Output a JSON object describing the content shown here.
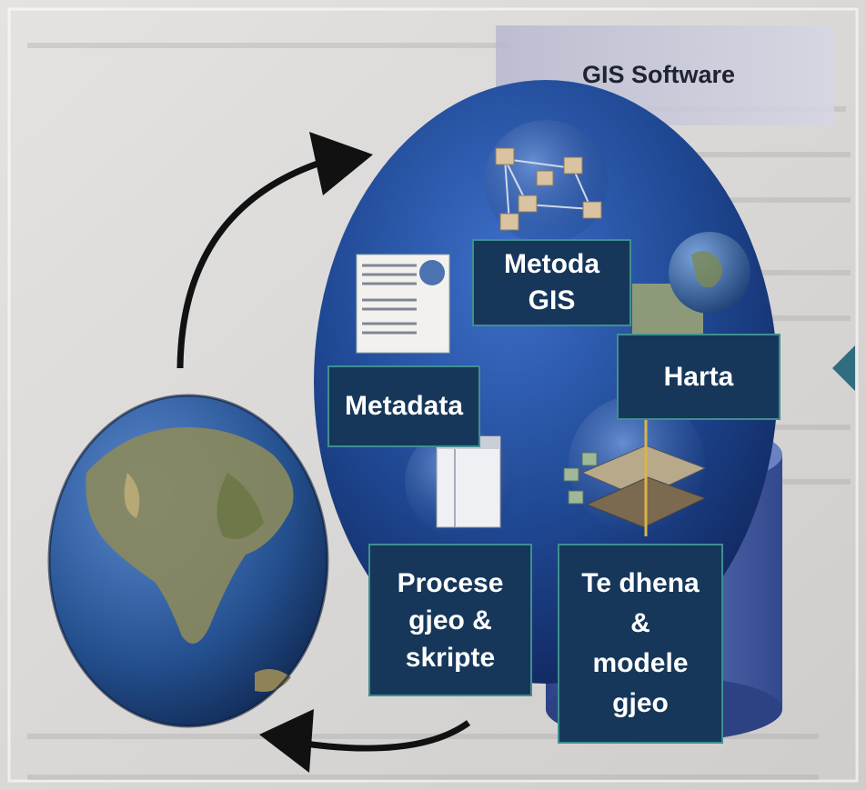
{
  "diagram": {
    "title": "GIS Software",
    "labels": {
      "metoda": "Metoda\nGIS",
      "metadata": "Metadata",
      "harta": "Harta",
      "procese": "Procese\ngjeo &\nskripte",
      "tedhena": "Te dhena\n&\nmodele\ngjeo"
    }
  },
  "colors": {
    "box_fill": "#16375a",
    "box_border": "#3f8f8f",
    "sphere": "#1d3f86",
    "cylinder": "#4f66a8",
    "background": "#dad8d6"
  },
  "icons": [
    "network-icon",
    "document-icon",
    "earth-image-icon",
    "window-icon",
    "layers-icon",
    "database-cylinder-icon",
    "earth-globe-icon",
    "arrow-up-icon",
    "arrow-down-icon"
  ]
}
